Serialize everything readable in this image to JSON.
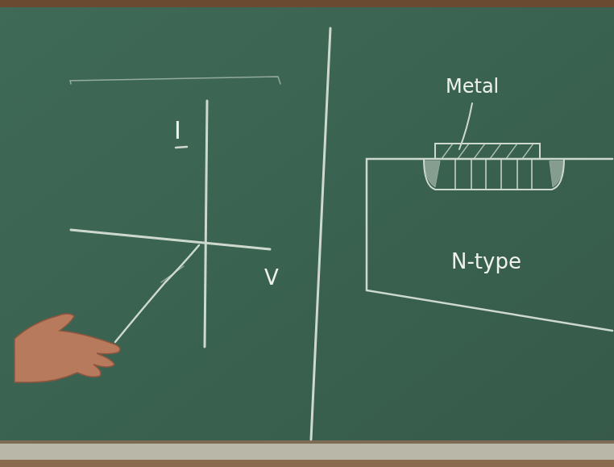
{
  "diagram": {
    "labels": [
      "I",
      "V",
      "Metal",
      "N-type"
    ]
  }
}
